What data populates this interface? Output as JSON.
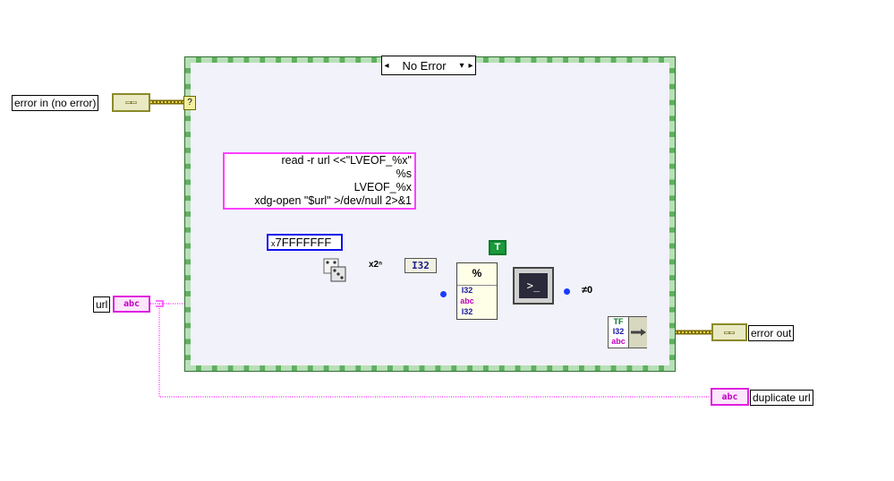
{
  "case_structure": {
    "selector_value": "No Error",
    "left_arrow": "◂",
    "dropdown": "▾",
    "right_arrow": "▸"
  },
  "terminals": {
    "error_in": "error in (no error)",
    "url": "url",
    "error_out": "error out",
    "duplicate_url": "duplicate url",
    "cluster_glyph": "▭▭",
    "string_glyph": "abc"
  },
  "constants": {
    "shell_script": [
      "read -r url <<\"LVEOF_%x\"",
      "%s",
      "LVEOF_%x",
      "xdg-open \"$url\" >/dev/null 2>&1"
    ],
    "hex_prefix": "x",
    "hex_value": "7FFFFFFF",
    "true_value": "T"
  },
  "nodes": {
    "random_icon": "dice",
    "power_label": "x2ⁿ",
    "i32_label": "I32",
    "format_label": "%",
    "format_inputs": [
      "I32",
      "abc",
      "I32"
    ],
    "exec_label": ">_",
    "not_equal_zero": "≠0",
    "bundle_inputs": [
      "TF",
      "I32",
      "abc"
    ],
    "case_tunnel_label": "?"
  },
  "colors": {
    "error_wire": "#b5a300",
    "string_wire": "#ff40ff",
    "boolean_wire": "#0a8a2a",
    "case_border": "#5fb05f"
  }
}
